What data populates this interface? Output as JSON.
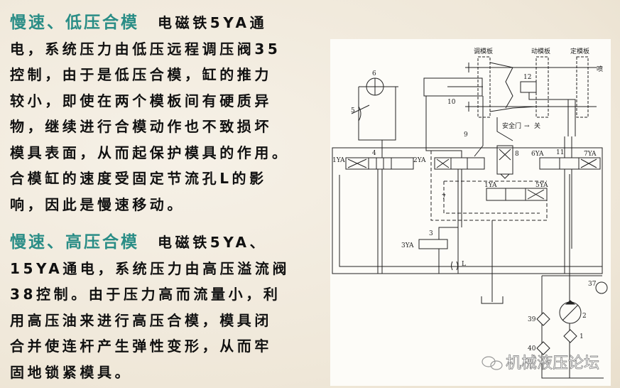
{
  "section1": {
    "title": "慢速、低压合模",
    "lines": [
      "电磁铁5YA通",
      "电，系统压力由低压远程调压阀35",
      "控制，由于是低压合模，缸的推力",
      "较小，即使在两个模板间有硬质异",
      "物，继续进行合模动作也不致损坏",
      "模具表面，从而起保护模具的作用。",
      "合模缸的速度受固定节流孔L的影",
      "响，因此是慢速移动。"
    ]
  },
  "section2": {
    "title": "慢速、高压合模",
    "lines": [
      "电磁铁5YA、",
      "15YA通电，系统压力由高压溢流阀",
      "38控制。由于压力高而流量小，利",
      "用高压油来进行高压合模，模具闭",
      "合并使连杆产生弹性变形，从而牢",
      "固地锁紧模具。"
    ]
  },
  "diagram": {
    "platen_adjust": "调模板",
    "platen_moving": "动模板",
    "platen_fixed": "定模板",
    "nozzle": "喷",
    "safety_door": "安全门",
    "safety_door_state": "关",
    "labels": {
      "n1": "1",
      "n2": "2",
      "n3": "3",
      "n4": "4",
      "n5": "5",
      "n6": "6",
      "n7": "7",
      "n8": "8",
      "n9": "9",
      "n10": "10",
      "n11": "11",
      "n12": "12",
      "n37": "37",
      "n39": "39",
      "n40": "40",
      "L": "L",
      "ya1": "1YA",
      "ya2": "2YA",
      "ya1b": "1YA",
      "ya5": "5YA",
      "ya6": "6YA",
      "ya7": "7YA",
      "ya3": "3YA"
    }
  },
  "watermark": "机械液压论坛"
}
